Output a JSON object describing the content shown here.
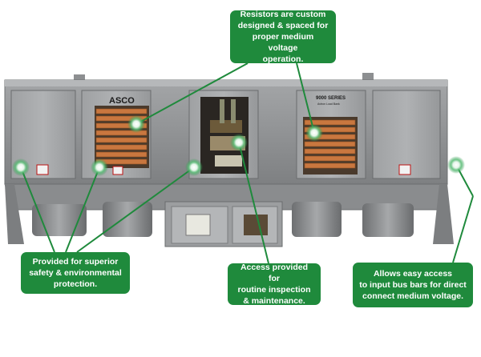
{
  "brand": {
    "logo_text": "ASCO",
    "series_label": "9000 SERIES",
    "series_sublabel": "Avtron Load Bank"
  },
  "callouts": {
    "resistors": "Resistors are custom\ndesigned & spaced for\nproper medium voltage\noperation.",
    "safety": "Provided for superior\nsafety & environmental\nprotection.",
    "access": "Access provided for\nroutine inspection\n& maintenance.",
    "busbars": "Allows easy access\nto input bus bars for direct\nconnect medium voltage."
  },
  "colors": {
    "callout_green": "#1f8a3c",
    "cabinet_gray": "#8c8e90",
    "resistor_copper": "#c9773f"
  }
}
